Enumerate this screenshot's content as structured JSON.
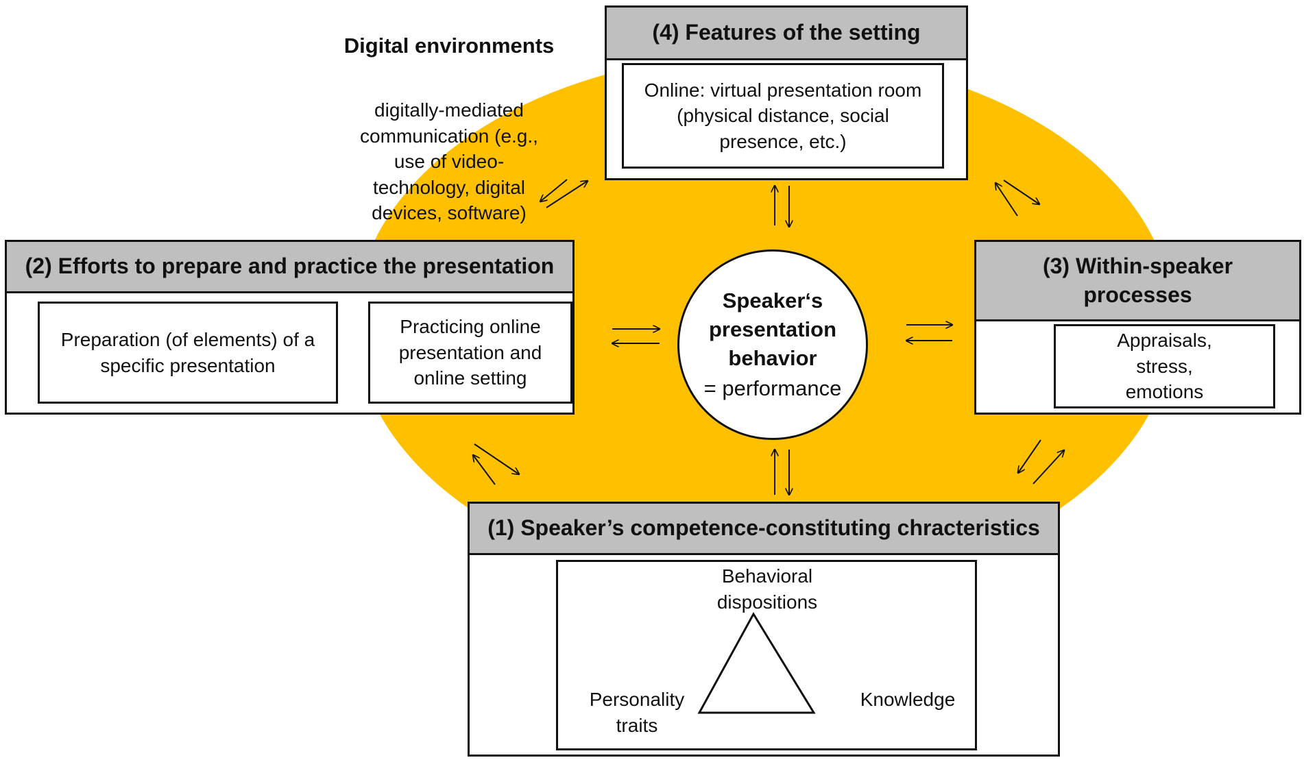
{
  "colors": {
    "ellipse": "#FFC000",
    "header_bg": "#BFBFBF",
    "line": "#111111"
  },
  "digital": {
    "title": "Digital environments",
    "body": "digitally-mediated communication (e.g., use of video-technology, digital devices, software)"
  },
  "box4": {
    "header": "(4) Features of the setting",
    "inner": "Online: virtual presentation room (physical distance, social presence, etc.)"
  },
  "box2": {
    "header": "(2) Efforts to prepare and practice the presentation",
    "left": "Preparation (of elements) of a specific presentation",
    "right": "Practicing online presentation and online setting"
  },
  "box3": {
    "header": "(3) Within-speaker processes",
    "inner": "Appraisals, stress, emotions"
  },
  "center": {
    "title": "Speaker‘s\npresentation\nbehavior",
    "performance": "=  performance"
  },
  "box1": {
    "header": "(1) Speaker’s competence-constituting chracteristics",
    "top": "Behavioral dispositions",
    "left": "Personality traits",
    "right": "Knowledge"
  }
}
